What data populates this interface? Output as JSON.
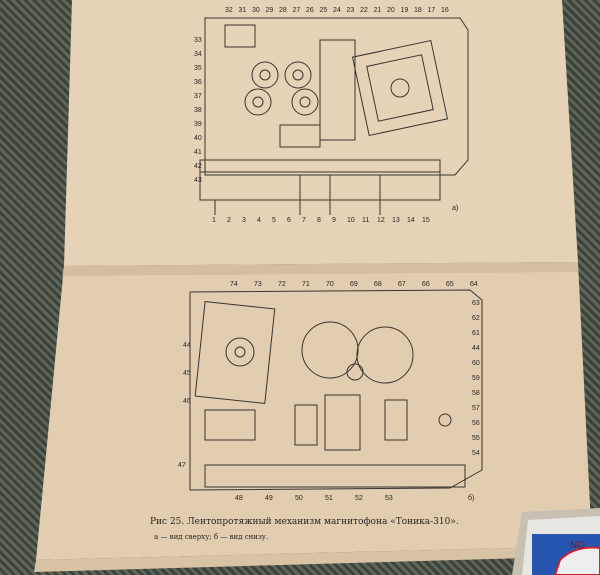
{
  "caption": {
    "title": "Рис 25. Лентопротяжный механизм магнитофона «Тоника-310».",
    "subtitle": "а — вид сверху; б — вид снизу."
  },
  "diagram_top": {
    "view_label": "а)",
    "labels_top": [
      "32",
      "31",
      "30",
      "29",
      "28",
      "27",
      "26",
      "25",
      "24",
      "23",
      "22",
      "21",
      "20",
      "19",
      "18",
      "17",
      "16"
    ],
    "labels_left": [
      "33",
      "34",
      "35",
      "36",
      "37",
      "38",
      "39",
      "40",
      "41",
      "42",
      "43"
    ],
    "labels_bottom": [
      "1",
      "2",
      "3",
      "4",
      "5",
      "6",
      "7",
      "8",
      "9",
      "10",
      "11",
      "12",
      "13",
      "14",
      "15"
    ]
  },
  "diagram_bottom": {
    "view_label": "б)",
    "labels_top": [
      "74",
      "73",
      "72",
      "71",
      "70",
      "69",
      "68",
      "67",
      "66",
      "65",
      "64"
    ],
    "labels_right": [
      "63",
      "62",
      "61",
      "44",
      "60",
      "59",
      "58",
      "57",
      "56",
      "55",
      "54"
    ],
    "labels_left": [
      "44",
      "45",
      "46",
      "47"
    ],
    "labels_bottom": [
      "48",
      "49",
      "50",
      "51",
      "52",
      "53"
    ]
  },
  "matchbox": {
    "text": "NO"
  }
}
